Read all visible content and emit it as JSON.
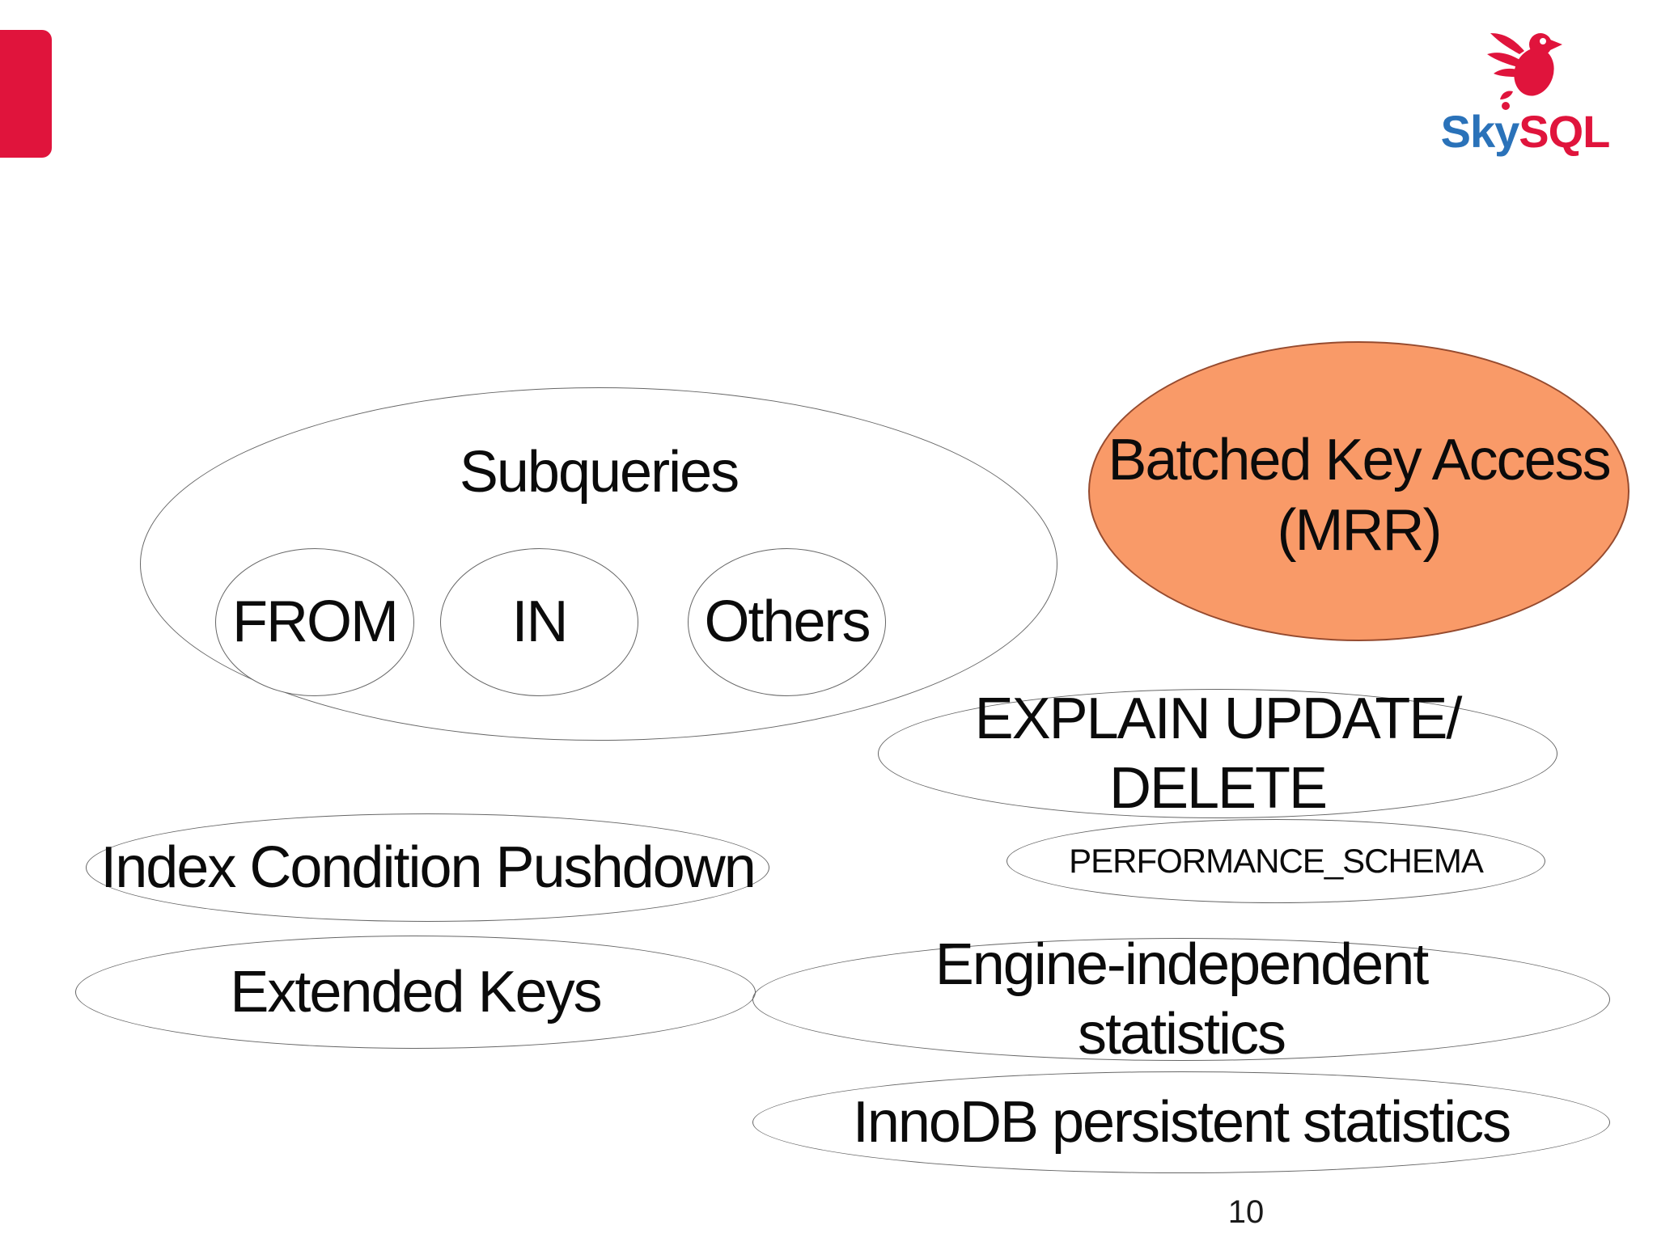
{
  "slide": {
    "page_number": "10",
    "background": "#ffffff"
  },
  "colors": {
    "accent_red": "#e0143c",
    "logo_blue": "#2a72b9",
    "bka_fill": "#f99a68",
    "bka_border": "#964b2f",
    "ellipse_stroke": "#666666",
    "text": "#0b0b0b"
  },
  "logo": {
    "sky": "Sky",
    "sql": "SQL"
  },
  "diagram": {
    "subqueries": {
      "label": "Subqueries",
      "children": {
        "from": "FROM",
        "in": "IN",
        "others": "Others"
      }
    },
    "batched_key_access": {
      "line1": "Batched Key Access",
      "line2": "(MRR)"
    },
    "explain_update_delete": {
      "line1": "EXPLAIN UPDATE/",
      "line2": "DELETE"
    },
    "performance_schema": {
      "label": "PERFORMANCE_SCHEMA"
    },
    "index_condition_pushdown": {
      "label": "Index Condition Pushdown"
    },
    "extended_keys": {
      "label": "Extended Keys"
    },
    "engine_independent_statistics": {
      "line1": "Engine-independent",
      "line2": "statistics"
    },
    "innodb_persistent_statistics": {
      "label": "InnoDB persistent statistics"
    }
  }
}
